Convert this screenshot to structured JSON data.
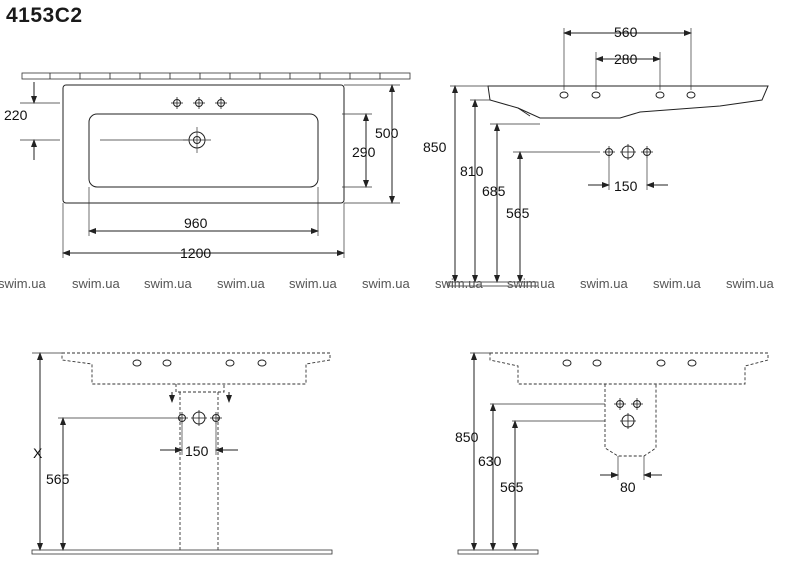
{
  "title": "4153C2",
  "watermark": "swim.ua",
  "watermark_count": 11,
  "views": {
    "top_view": {
      "dimensions": {
        "inner_basin_width": "960",
        "total_width": "1200",
        "depth_total": "500",
        "basin_depth": "290",
        "tap_offset": "220"
      }
    },
    "side_view": {
      "dimensions": {
        "tap_spacing_outer": "560",
        "tap_spacing_inner": "280",
        "height_top": "850",
        "height_underside": "810",
        "height_drain": "685",
        "height_supply": "565",
        "supply_spacing": "150"
      }
    },
    "front_install": {
      "dimensions": {
        "variable_height": "X",
        "height_supply": "565",
        "supply_spacing": "150"
      }
    },
    "side_install": {
      "dimensions": {
        "height_top": "850",
        "height_drain": "630",
        "height_supply": "565",
        "drain_width": "80"
      }
    }
  }
}
